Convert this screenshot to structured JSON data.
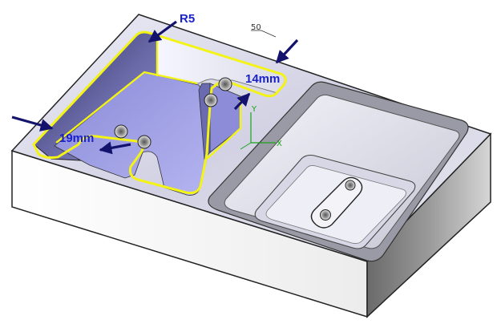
{
  "annotations": {
    "radius_label": "R5",
    "width_label_right": "14mm",
    "width_label_left": "19mm",
    "scale_hint": "50"
  },
  "triad": {
    "y_axis": "Y",
    "x_axis": "X"
  },
  "colors": {
    "annotation_text": "#1a22c8",
    "arrow": "#13136e",
    "highlight_edge": "#f3f317",
    "pocket_floor": "#9e9ee6",
    "pocket_wall": "#3c3c73",
    "block_top": "#d6d6e8",
    "block_side": "#f4f4f4"
  }
}
